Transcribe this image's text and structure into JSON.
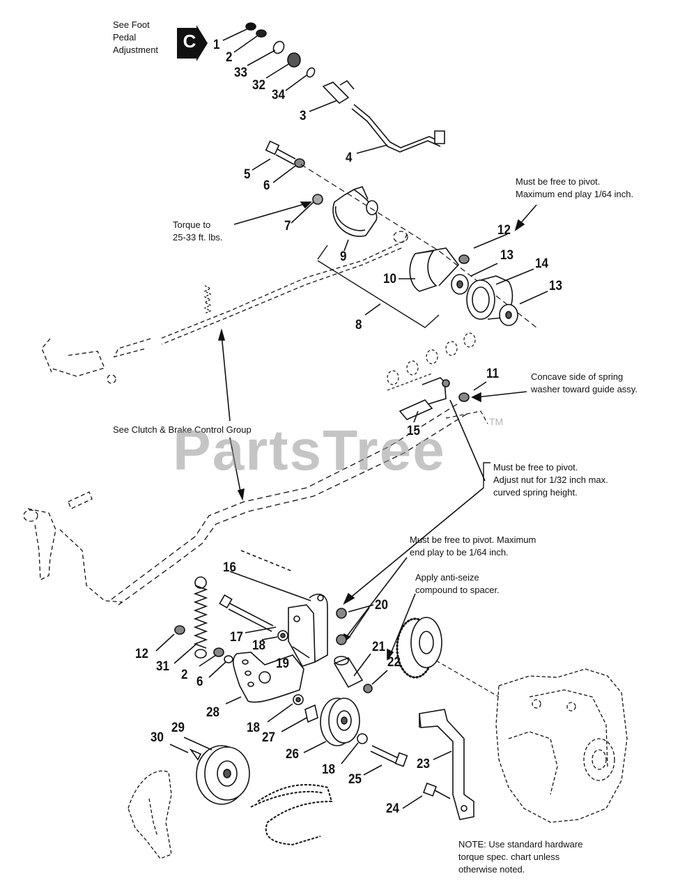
{
  "section_badge": "C",
  "watermark": {
    "text": "PartsTree",
    "tm": "TM"
  },
  "notes": {
    "foot_pedal": "See Foot\nPedal\nAdjustment",
    "torque": "Torque to\n25-33 ft. lbs.",
    "pivot_64": "Must be free to pivot.\nMaximum end play 1/64 inch.",
    "concave": "Concave side of spring\nwasher toward guide assy.",
    "clutch_brake": "See Clutch & Brake Control Group",
    "pivot_32": "Must be free to pivot.\nAdjust nut for 1/32 inch max.\ncurved spring height.",
    "pivot_64b": "Must be free to pivot. Maximum\nend play to be 1/64 inch.",
    "anti_seize": "Apply anti-seize\ncompound to spacer.",
    "hardware": "NOTE: Use standard hardware\ntorque spec. chart unless\notherwise noted."
  },
  "callouts": {
    "c1": "1",
    "c2": "2",
    "c33": "33",
    "c32": "32",
    "c34": "34",
    "c3": "3",
    "c4": "4",
    "c5": "5",
    "c6": "6",
    "c7": "7",
    "c9": "9",
    "c8": "8",
    "c10": "10",
    "c12": "12",
    "c13a": "13",
    "c14": "14",
    "c13b": "13",
    "c11": "11",
    "c15": "15",
    "c16": "16",
    "c20": "20",
    "c21": "21",
    "c22": "22",
    "c17": "17",
    "c18a": "18",
    "c19": "19",
    "c12b": "12",
    "c31": "31",
    "c2b": "2",
    "c6b": "6",
    "c28": "28",
    "c18b": "18",
    "c27": "27",
    "c26": "26",
    "c18c": "18",
    "c25": "25",
    "c23": "23",
    "c24": "24",
    "c30": "30",
    "c29": "29"
  }
}
